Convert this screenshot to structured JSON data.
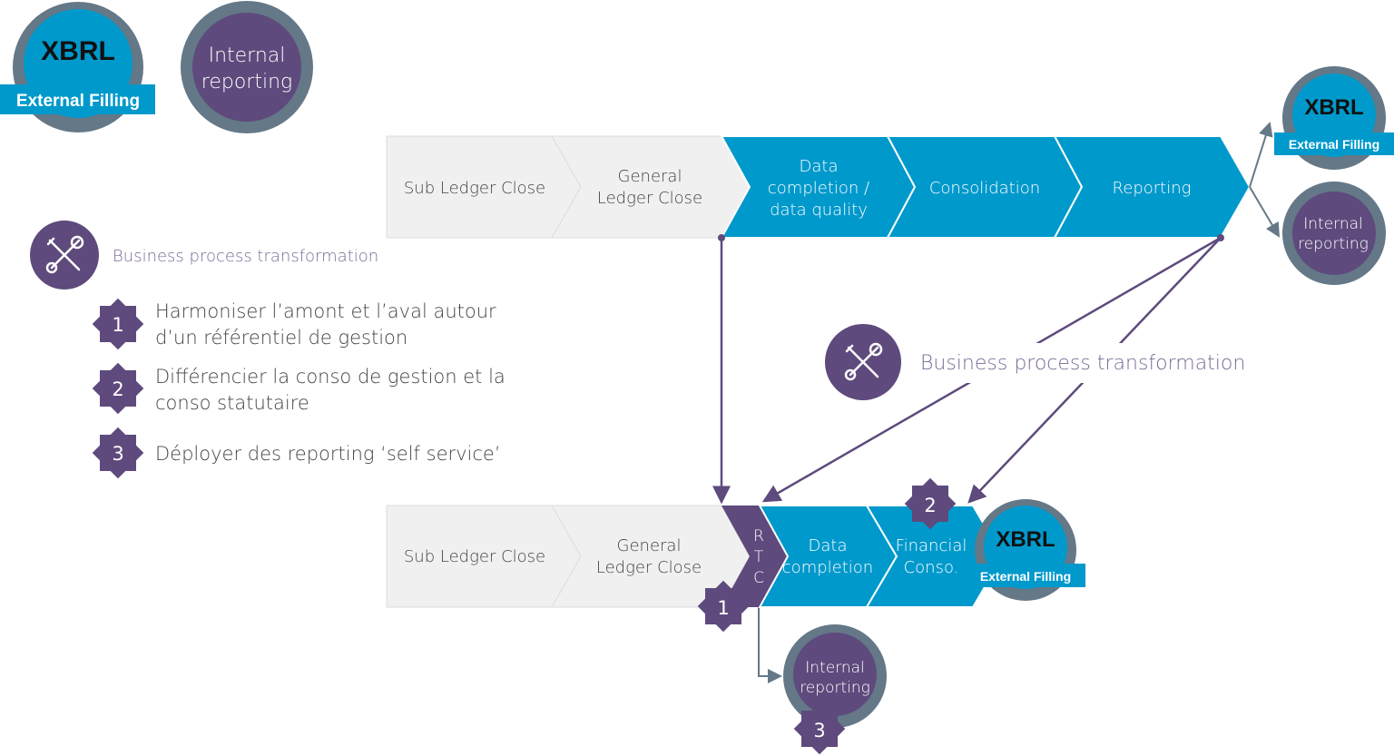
{
  "colors": {
    "blue": "#0099CC",
    "purple": "#5E4A7C",
    "ring": "#647887",
    "gray_step": "#F0F0F0"
  },
  "legend_badges": {
    "xbrl_logo": "XBRL",
    "external_filing": "External Filling",
    "internal_reporting": [
      "Internal",
      "reporting"
    ]
  },
  "bpt_label": "Business process transformation",
  "goals": [
    {
      "num": "1",
      "lines": [
        "Harmoniser l’amont et l’aval autour",
        "d’un référentiel de gestion"
      ]
    },
    {
      "num": "2",
      "lines": [
        "Différencier la conso de gestion et la",
        "conso statutaire"
      ]
    },
    {
      "num": "3",
      "lines": [
        "Déployer des reporting ‘self service’"
      ]
    }
  ],
  "top_process": [
    {
      "lines": [
        "Sub Ledger Close"
      ]
    },
    {
      "lines": [
        "General",
        "Ledger Close"
      ]
    },
    {
      "lines": [
        "Data",
        "completion /",
        "data quality"
      ]
    },
    {
      "lines": [
        "Consolidation"
      ]
    },
    {
      "lines": [
        "Reporting"
      ]
    }
  ],
  "bottom_process": [
    {
      "lines": [
        "Sub Ledger Close"
      ]
    },
    {
      "lines": [
        "General",
        "Ledger Close"
      ]
    },
    {
      "lines": [
        "R",
        "T",
        "C"
      ]
    },
    {
      "lines": [
        "Data",
        "completion"
      ]
    },
    {
      "lines": [
        "Financial",
        "Conso."
      ]
    }
  ],
  "badges": {
    "one": "1",
    "two": "2",
    "three": "3"
  }
}
